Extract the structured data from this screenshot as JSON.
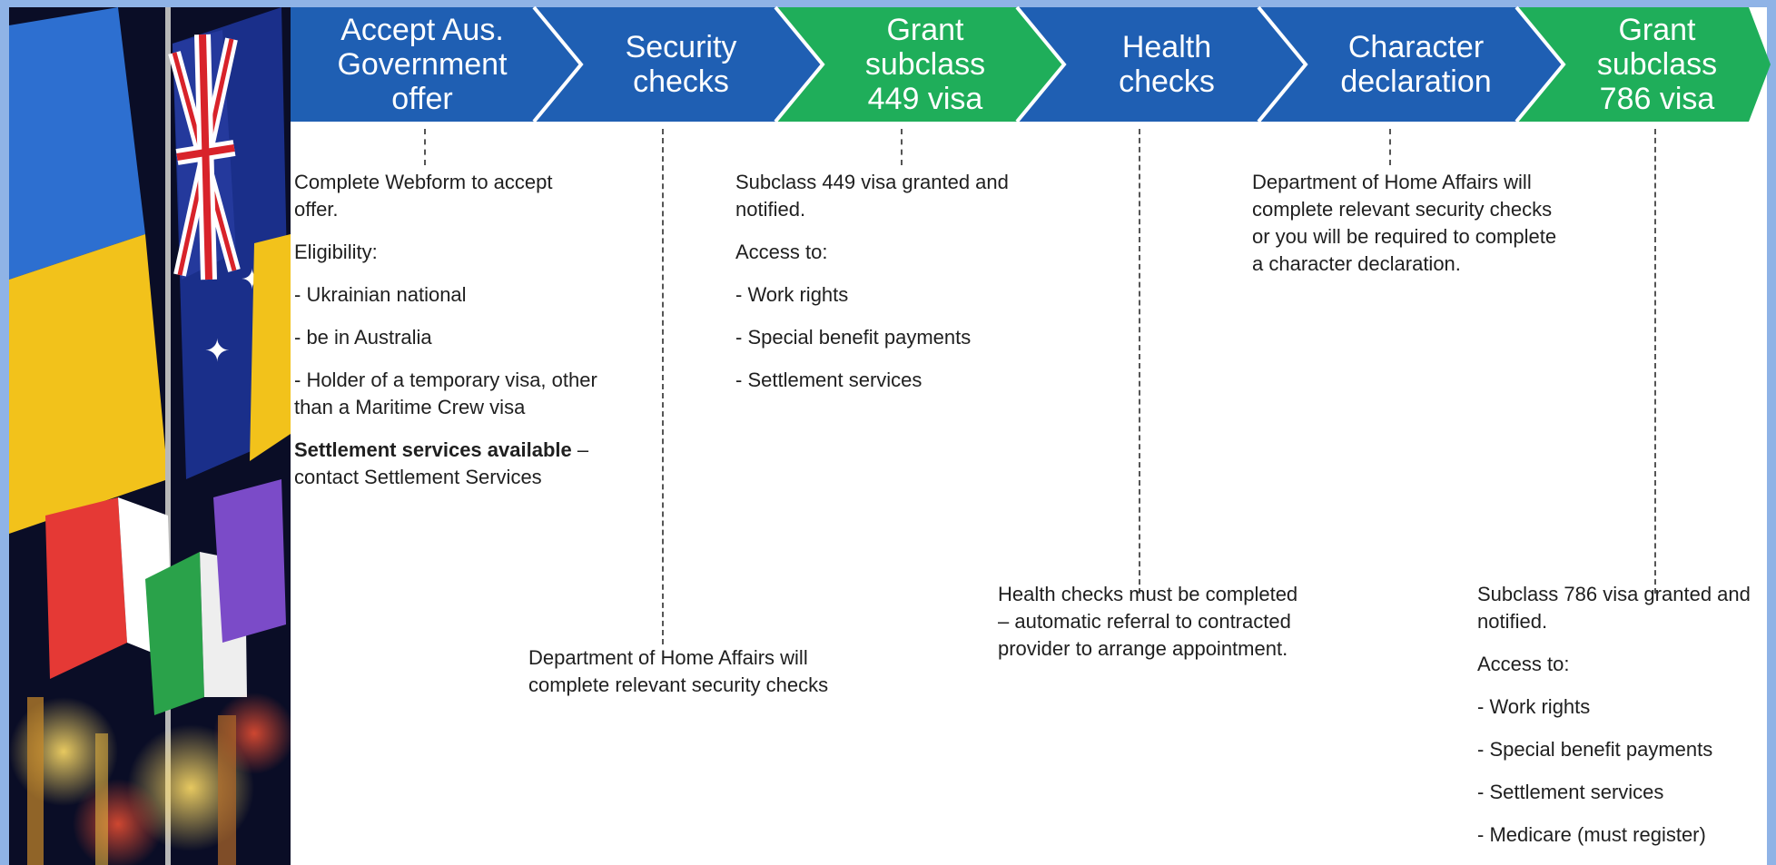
{
  "steps": [
    {
      "label": "Accept Aus.\nGovernment\noffer",
      "color": "#1f5fb3"
    },
    {
      "label": "Security\nchecks",
      "color": "#1f5fb3"
    },
    {
      "label": "Grant\nsubclass\n449 visa",
      "color": "#1fae5a"
    },
    {
      "label": "Health\nchecks",
      "color": "#1f5fb3"
    },
    {
      "label": "Character\ndeclaration",
      "color": "#1f5fb3"
    },
    {
      "label": "Grant\nsubclass\n786 visa",
      "color": "#1fae5a"
    }
  ],
  "accept_offer": {
    "line1": "Complete Webform to accept\noffer.",
    "line2": "Eligibility:",
    "line3": "- Ukrainian national",
    "line4": "- be in Australia",
    "line5": "- Holder of a temporary visa, other\nthan a Maritime Crew visa",
    "line6_bold": "Settlement services available",
    "line6_rest": " –\ncontact Settlement Services"
  },
  "security_checks": {
    "text": "Department of Home Affairs will\ncomplete relevant security checks"
  },
  "grant_449": {
    "line1": "Subclass 449 visa granted and\nnotified.",
    "line2": "Access to:",
    "line3": "- Work rights",
    "line4": "- Special benefit payments",
    "line5": "- Settlement services"
  },
  "health_checks": {
    "text": "Health checks must be completed\n– automatic referral to contracted\nprovider to arrange appointment."
  },
  "character_declaration": {
    "text": "Department of Home Affairs will\ncomplete relevant security checks\nor you will be required to complete\na character declaration."
  },
  "grant_786": {
    "line1": "Subclass 786 visa granted and\nnotified.",
    "line2": "Access to:",
    "line3": "- Work rights",
    "line4": "- Special benefit payments",
    "line5": "- Settlement services",
    "line6": "- Medicare (must register)"
  },
  "colors": {
    "blue_step": "#1f5fb3",
    "green_step": "#1fae5a",
    "frame": "#8fb3e6"
  }
}
